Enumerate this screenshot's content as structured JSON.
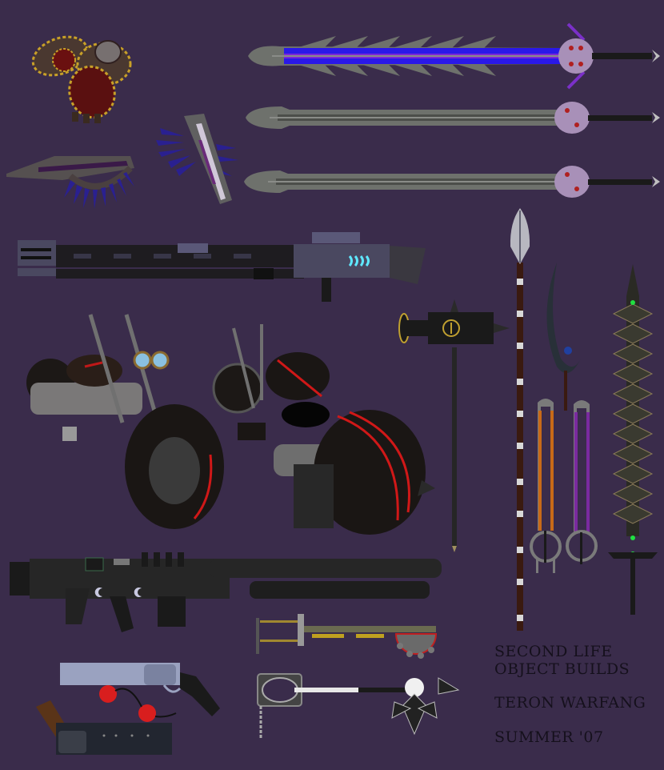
{
  "background_color": "#3a2c4b",
  "caption": {
    "line1": "Second Life",
    "line2": "Object Builds",
    "author": "Teron Warfang",
    "date": "Summer '07",
    "color": "#15101c"
  },
  "objects": [
    {
      "name": "mechanical-gauntlets",
      "description": "Pair of bronze armored gauntlets with red panels and yellow-black hazard trim"
    },
    {
      "name": "blue-spiked-bracer",
      "description": "Dark arm blade with blue spikes"
    },
    {
      "name": "blue-spiked-bracer-angled",
      "description": "Angled arm blade with blue spikes"
    },
    {
      "name": "blue-serrated-greatsword",
      "description": "Long sword with blue and purple serrated blade and ornate purple hilt"
    },
    {
      "name": "grey-greatsword-1",
      "description": "Long grey greatsword with ornate purple hilt"
    },
    {
      "name": "grey-greatsword-2",
      "description": "Long grey greatsword with ornate purple hilt"
    },
    {
      "name": "sniper-rifle",
      "description": "Long black and slate rifle with cyan glowing cells"
    },
    {
      "name": "spear",
      "description": "Tall spear with white bands and ornate silver head"
    },
    {
      "name": "war-hammer",
      "description": "Black war hammer with gold ring emblem"
    },
    {
      "name": "scythe-blade",
      "description": "Curved crescent blade with blue gem"
    },
    {
      "name": "orange-twin-blade",
      "description": "Split blade with orange core and ring guard"
    },
    {
      "name": "purple-twin-blade",
      "description": "Split blade with purple core and ring guard"
    },
    {
      "name": "spined-sword",
      "description": "Dark spined sword with green gems"
    },
    {
      "name": "chopper-motorcycle-front",
      "description": "Black chopper with red stripes and goggle headlights"
    },
    {
      "name": "chopper-motorcycle-rear",
      "description": "Black chopper with red stripes and spiked rear wheel"
    },
    {
      "name": "assault-shotgun",
      "description": "Black rifle with twin drum barrels and moon emblems"
    },
    {
      "name": "gear-keyblade",
      "description": "Keyblade with yellow-black hazard stripes and gear tip"
    },
    {
      "name": "silver-revolver",
      "description": "Silver long-barrel revolver with black grip"
    },
    {
      "name": "red-goggles",
      "description": "Small round red goggles"
    },
    {
      "name": "black-revolver",
      "description": "Dark revolver with brown wooden grip"
    },
    {
      "name": "spiked-keyblade",
      "description": "Black and white keyblade with spiked ball tip and chain"
    }
  ]
}
